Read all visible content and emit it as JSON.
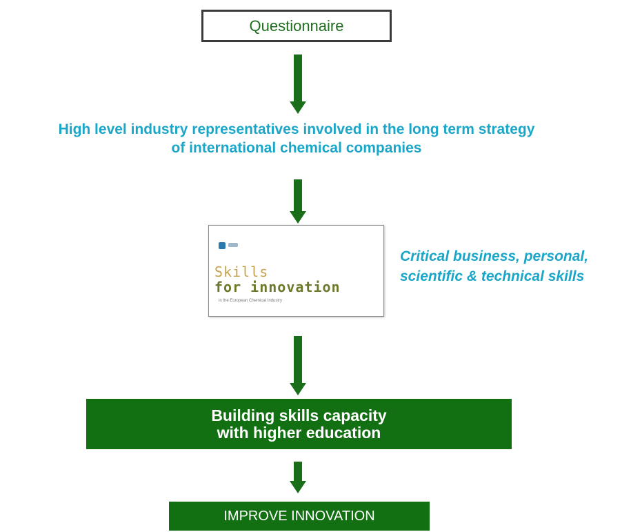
{
  "flow": {
    "step1": "Questionnaire",
    "step2_line1": "High level industry representatives involved in the long term strategy",
    "step2_line2": "of  international chemical companies",
    "cover": {
      "title_line1": "Skills",
      "title_line2": "for innovation",
      "subtitle": "in the European Chemical Industry"
    },
    "side_note_line1": "Critical business, personal,",
    "side_note_line2": "scientific & technical skills",
    "step4_line1": "Building skills capacity",
    "step4_line2": "with higher education",
    "step5": "IMPROVE INNOVATION"
  },
  "colors": {
    "arrow": "#1a6e1a",
    "box_fill": "#127012",
    "teal_text": "#1aa6c8",
    "questionnaire_text": "#1f6e1f",
    "questionnaire_border": "#3a3a3a"
  },
  "icons": {
    "arrow": "down-arrow-icon",
    "logo": "cefic-logo-icon"
  }
}
